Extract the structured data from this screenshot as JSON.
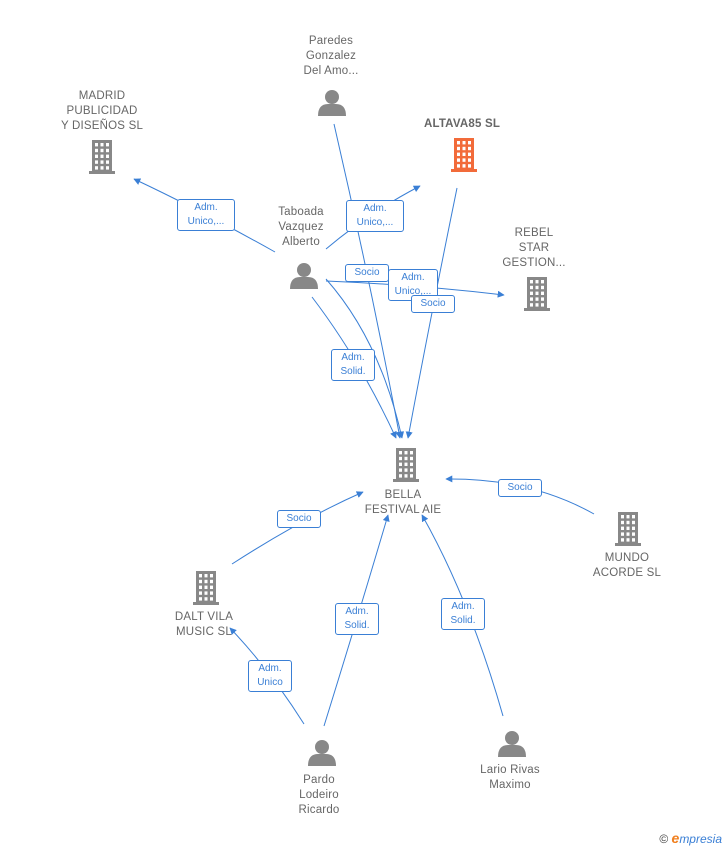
{
  "colors": {
    "edge": "#3a7fd5",
    "company": "#888888",
    "focus": "#f26b3a",
    "person": "#888888"
  },
  "nodes": [
    {
      "id": "paredes",
      "kind": "person",
      "label": "Paredes\nGonzalez\nDel Amo..."
    },
    {
      "id": "madrid",
      "kind": "company",
      "label": "MADRID\nPUBLICIDAD\nY DISEÑOS SL"
    },
    {
      "id": "altava",
      "kind": "company-focus",
      "label": "ALTAVA85  SL"
    },
    {
      "id": "taboada",
      "kind": "person",
      "label": "Taboada\nVazquez\nAlberto"
    },
    {
      "id": "rebel",
      "kind": "company",
      "label": "REBEL\nSTAR\nGESTION..."
    },
    {
      "id": "bella",
      "kind": "company",
      "label": "BELLA\nFESTIVAL  AIE"
    },
    {
      "id": "mundo",
      "kind": "company",
      "label": "MUNDO\nACORDE SL"
    },
    {
      "id": "dalt",
      "kind": "company",
      "label": "DALT VILA\nMUSIC  SL"
    },
    {
      "id": "pardo",
      "kind": "person",
      "label": "Pardo\nLodeiro\nRicardo"
    },
    {
      "id": "lario",
      "kind": "person",
      "label": "Lario Rivas\nMaximo"
    }
  ],
  "edges": [
    {
      "from": "taboada",
      "to": "madrid",
      "label": "Adm.\nUnico,..."
    },
    {
      "from": "taboada",
      "to": "altava",
      "label": "Adm.\nUnico,..."
    },
    {
      "from": "taboada",
      "to": "rebel",
      "label": "Adm.\nUnico,..."
    },
    {
      "from": "taboada",
      "to": "bella",
      "label": "Socio"
    },
    {
      "from": "taboada",
      "to": "bella",
      "label": "Adm.\nSolid."
    },
    {
      "from": "paredes",
      "to": "bella",
      "label": ""
    },
    {
      "from": "altava",
      "to": "bella",
      "label": "Socio"
    },
    {
      "from": "mundo",
      "to": "bella",
      "label": "Socio"
    },
    {
      "from": "dalt",
      "to": "bella",
      "label": "Socio"
    },
    {
      "from": "pardo",
      "to": "bella",
      "label": "Adm.\nSolid."
    },
    {
      "from": "pardo",
      "to": "dalt",
      "label": "Adm.\nUnico"
    },
    {
      "from": "lario",
      "to": "bella",
      "label": "Adm.\nSolid."
    }
  ],
  "footer": {
    "copyright": "©",
    "brand_initial": "e",
    "brand_rest": "mpresia"
  }
}
